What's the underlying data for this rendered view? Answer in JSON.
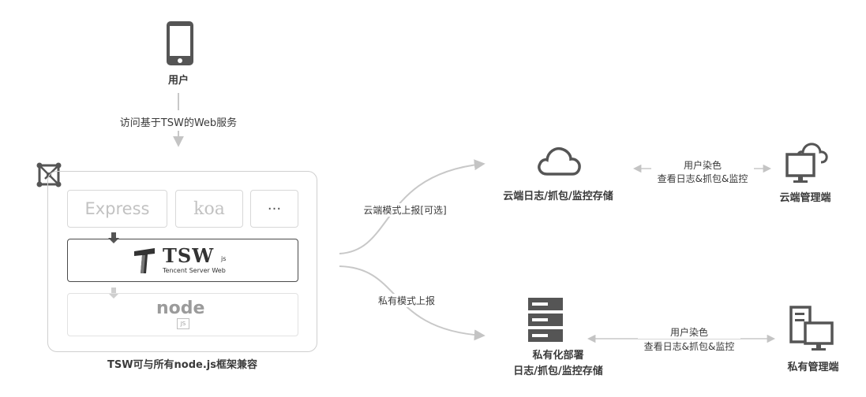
{
  "user": {
    "label": "用户",
    "icon": "phone-icon"
  },
  "access_label": "访问基于TSW的Web服务",
  "frameworks": [
    "Express",
    "koa",
    "···"
  ],
  "tsw": {
    "name": "TSW",
    "suffix": "js",
    "subtitle": "Tencent Server Web"
  },
  "node_label": "node",
  "node_sub": "JS",
  "compat_caption": "TSW可与所有node.js框架兼容",
  "cloud_route_label": "云端模式上报[可选]",
  "private_route_label": "私有模式上报",
  "cloud_storage": {
    "label": "云端日志/抓包/监控存储",
    "icon": "cloud-icon"
  },
  "cloud_link": {
    "line1": "用户染色",
    "line2": "查看日志&抓包&监控"
  },
  "cloud_admin": {
    "label": "云端管理端",
    "icon": "cloud-monitor-icon"
  },
  "private_storage": {
    "line1": "私有化部署",
    "line2": "日志/抓包/监控存储",
    "icon": "server-icon"
  },
  "private_link": {
    "line1": "用户染色",
    "line2": "查看日志&抓包&监控"
  },
  "private_admin": {
    "label": "私有管理端",
    "icon": "server-monitor-icon"
  },
  "colors": {
    "icon_gray": "#555555",
    "line_gray": "#c8c8c8",
    "text": "#3a3a3a",
    "faded": "#c2c2c2"
  }
}
